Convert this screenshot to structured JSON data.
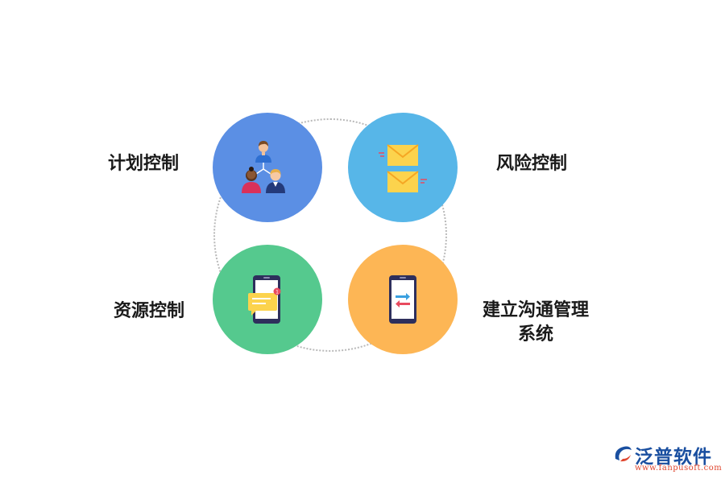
{
  "colors": {
    "plan": "#5b8fe4",
    "risk": "#57b6e8",
    "resource": "#55c98e",
    "communication": "#fdb655",
    "brand_blue": "#1a4fa0",
    "brand_red": "#e0462e"
  },
  "items": [
    {
      "label": "计划控制",
      "icon": "team-hierarchy-icon"
    },
    {
      "label": "风险控制",
      "icon": "envelopes-icon"
    },
    {
      "label": "资源控制",
      "icon": "phone-message-icon"
    },
    {
      "label": "建立沟通管理",
      "label_line2": "系统",
      "icon": "phone-exchange-icon"
    }
  ],
  "logo": {
    "name": "泛普软件",
    "url": "www.fanpusoft.com"
  }
}
